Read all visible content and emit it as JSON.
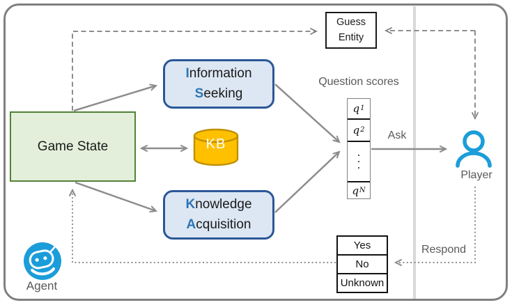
{
  "nodes": {
    "game_state": {
      "label": "Game State"
    },
    "information_seeking": {
      "lead1": "I",
      "rest1": "nformation",
      "lead2": "S",
      "rest2": "eeking"
    },
    "knowledge_acquisition": {
      "lead1": "K",
      "rest1": "nowledge",
      "lead2": "A",
      "rest2": "cquisition"
    },
    "kb": {
      "label": "KB"
    },
    "guess_entity": {
      "line1": "Guess",
      "line2": "Entity"
    },
    "question_scores": {
      "title": "Question scores",
      "q1_base": "q",
      "q1_sub": "1",
      "q2_base": "q",
      "q2_sub": "2",
      "dot": "·",
      "qn_base": "q",
      "qn_sub": "N"
    },
    "answers": {
      "yes": "Yes",
      "no": "No",
      "unknown": "Unknown"
    },
    "player": {
      "label": "Player"
    },
    "agent": {
      "label": "Agent"
    }
  },
  "edge_labels": {
    "ask": "Ask",
    "respond": "Respond"
  },
  "icons": {
    "agent": "robot-chat-icon",
    "player": "person-icon",
    "kb": "database-cylinder-icon"
  },
  "colors": {
    "frame_border": "#808080",
    "divider": "#D9D9D9",
    "game_state_fill": "#E3EFDA",
    "game_state_border": "#538135",
    "module_fill": "#DCE7F3",
    "module_border": "#2B5797",
    "module_lead_letter": "#2E75B6",
    "kb_fill": "#FFC000",
    "kb_border": "#BF9000",
    "arrow_gray": "#8C8C8C",
    "label_gray": "#595959",
    "icon_blue": "#1B9DD9"
  }
}
